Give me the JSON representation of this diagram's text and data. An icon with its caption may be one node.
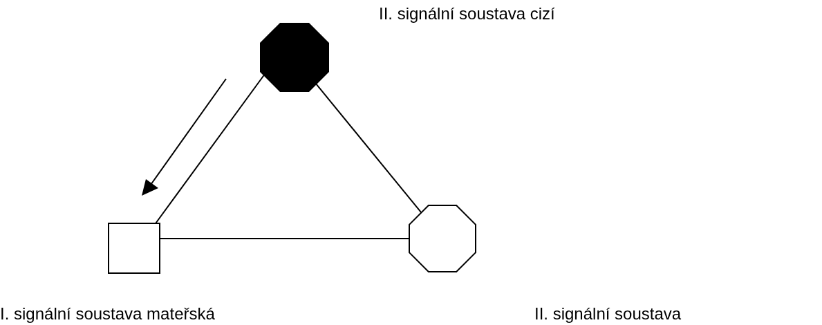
{
  "diagram": {
    "nodes": [
      {
        "text": [
          "II. signální soustava cizí"
        ]
      },
      {
        "text": [
          "I. signální soustava mateřská"
        ]
      },
      {
        "text": [
          "II. signální soustava"
        ]
      }
    ],
    "edges": [
      {
        "from": 0,
        "to": 1,
        "arrow": "none"
      },
      {
        "from": 0,
        "to": 2,
        "arrow": "none"
      },
      {
        "from": 1,
        "to": 2,
        "arrow": "none"
      }
    ]
  }
}
